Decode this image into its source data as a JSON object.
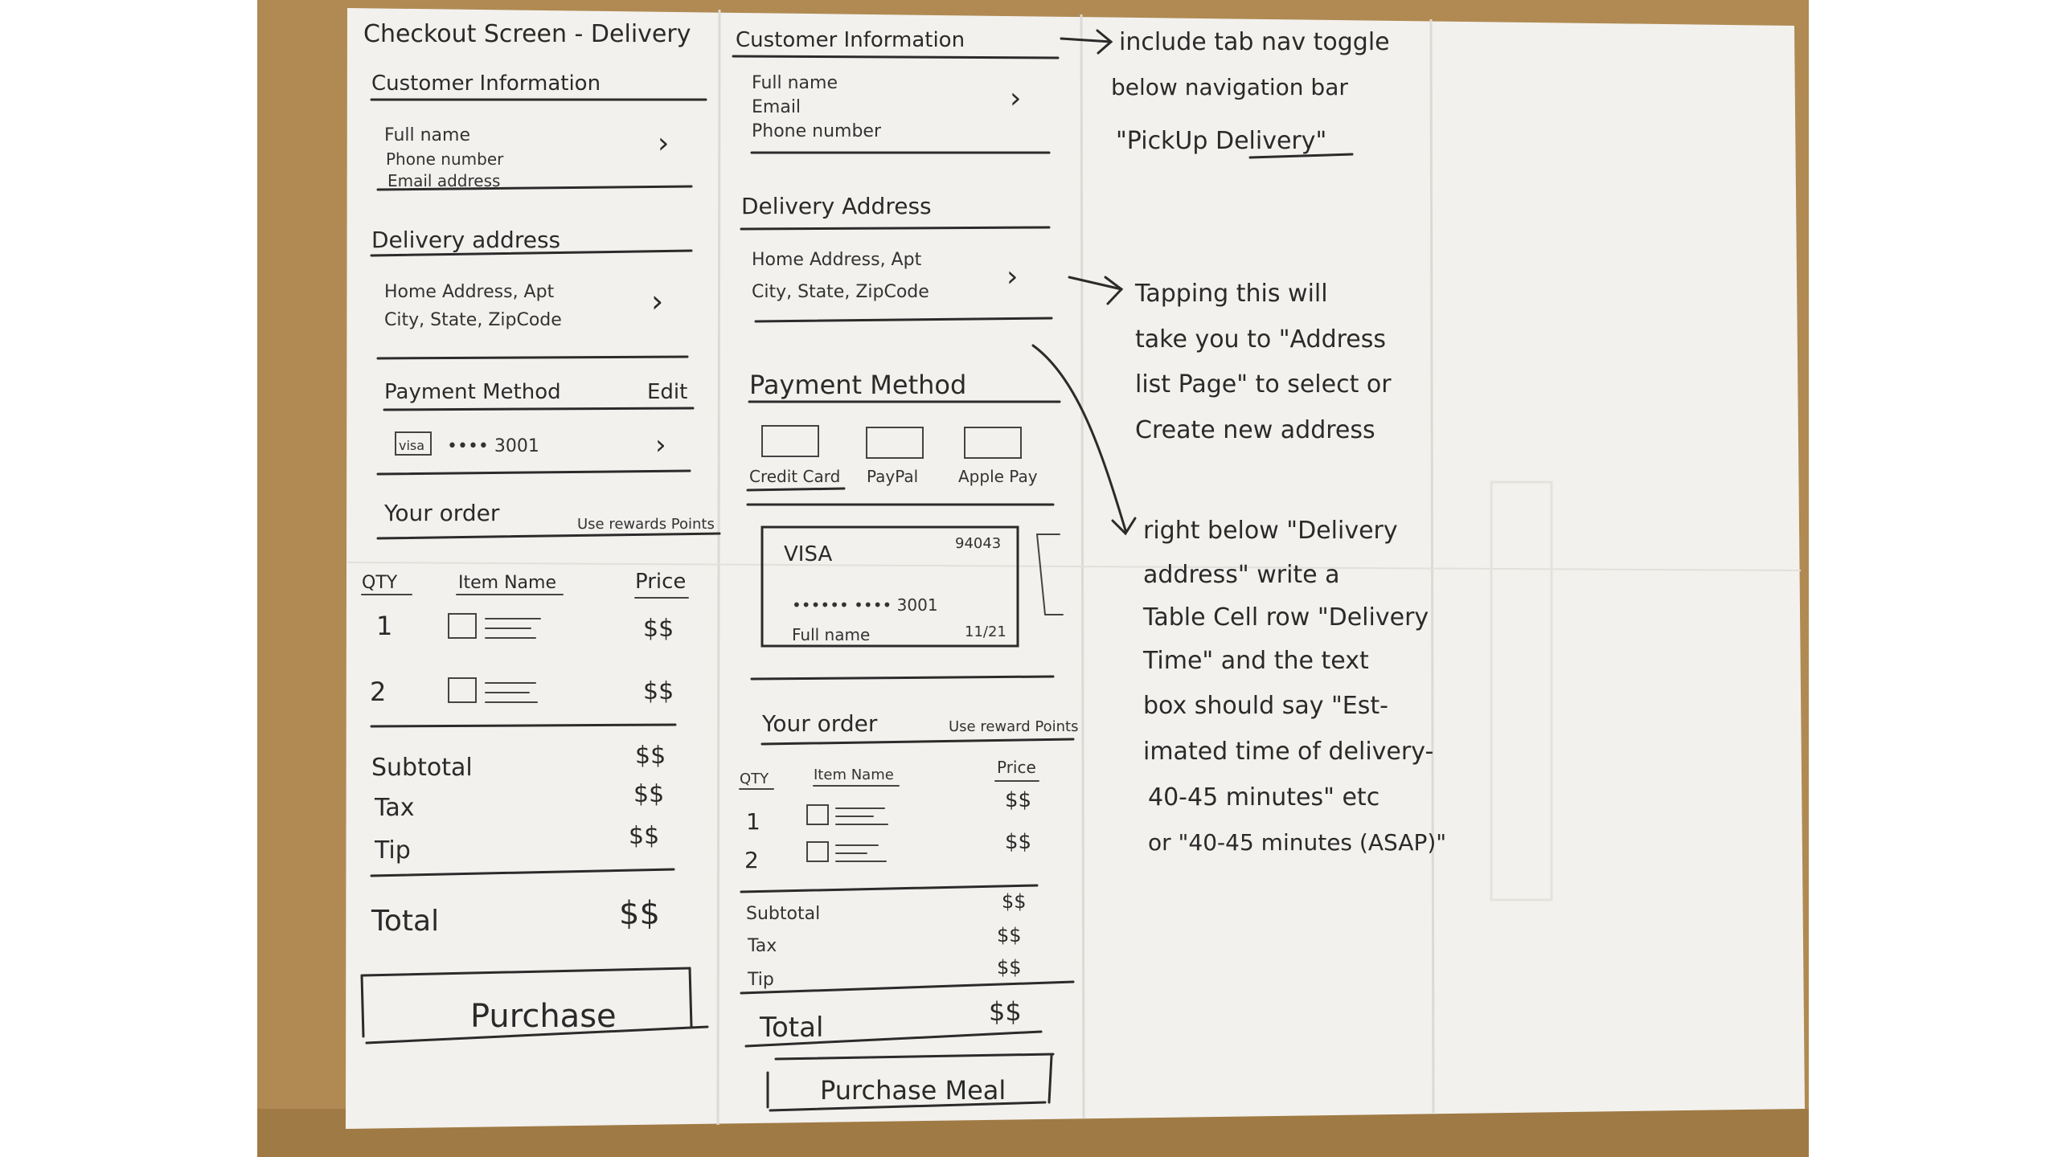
{
  "sketch": {
    "col1": {
      "title": "Checkout Screen - Delivery",
      "customer_info": {
        "heading": "Customer Information",
        "lines": [
          "Full name",
          "Phone number",
          "Email address"
        ]
      },
      "delivery": {
        "heading": "Delivery address",
        "lines": [
          "Home Address, Apt",
          "City, State, ZipCode"
        ]
      },
      "payment": {
        "heading": "Payment Method",
        "edit": "Edit",
        "card_brand": "visa",
        "card_mask": "•••• 3001"
      },
      "order": {
        "heading": "Your order",
        "rewards": "Use rewards Points",
        "headers": [
          "QTY",
          "Item Name",
          "Price"
        ],
        "rows": [
          {
            "qty": "1",
            "price": "$$"
          },
          {
            "qty": "2",
            "price": "$$"
          }
        ],
        "totals": [
          {
            "label": "Subtotal",
            "value": "$$"
          },
          {
            "label": "Tax",
            "value": "$$"
          },
          {
            "label": "Tip",
            "value": "$$"
          }
        ],
        "total_label": "Total",
        "total_value": "$$"
      },
      "purchase": "Purchase"
    },
    "col2": {
      "customer_info": {
        "heading": "Customer Information",
        "lines": [
          "Full name",
          "Email",
          "Phone number"
        ]
      },
      "delivery": {
        "heading": "Delivery Address",
        "lines": [
          "Home Address, Apt",
          "City, State, ZipCode"
        ]
      },
      "payment": {
        "heading": "Payment Method",
        "options": [
          "Credit Card",
          "PayPal",
          "Apple Pay"
        ],
        "card": {
          "brand": "VISA",
          "zip": "94043",
          "number": "•••••• •••• 3001",
          "name": "Full name",
          "expiry": "11/21"
        }
      },
      "order": {
        "heading": "Your order",
        "rewards": "Use reward Points",
        "headers": [
          "QTY",
          "Item Name",
          "Price"
        ],
        "rows": [
          {
            "qty": "1",
            "price": "$$"
          },
          {
            "qty": "2",
            "price": "$$"
          }
        ],
        "totals": [
          {
            "label": "Subtotal",
            "value": "$$"
          },
          {
            "label": "Tax",
            "value": "$$"
          },
          {
            "label": "Tip",
            "value": "$$"
          }
        ],
        "total_label": "Total",
        "total_value": "$$"
      },
      "purchase": "Purchase Meal"
    },
    "notes": {
      "note1": [
        "include tab nav toggle",
        "below navigation bar",
        "\"PickUp Delivery\""
      ],
      "note2": [
        "Tapping this will",
        "take you to \"Address",
        "list Page\" to select or",
        "Create new address"
      ],
      "note3": [
        "right below \"Delivery",
        "address\" write a",
        "Table Cell row \"Delivery",
        "Time\" and the text",
        "box should say \"Est-",
        "imated time of delivery-",
        "40-45 minutes\" etc",
        "or \"40-45 minutes (ASAP)\""
      ]
    }
  }
}
